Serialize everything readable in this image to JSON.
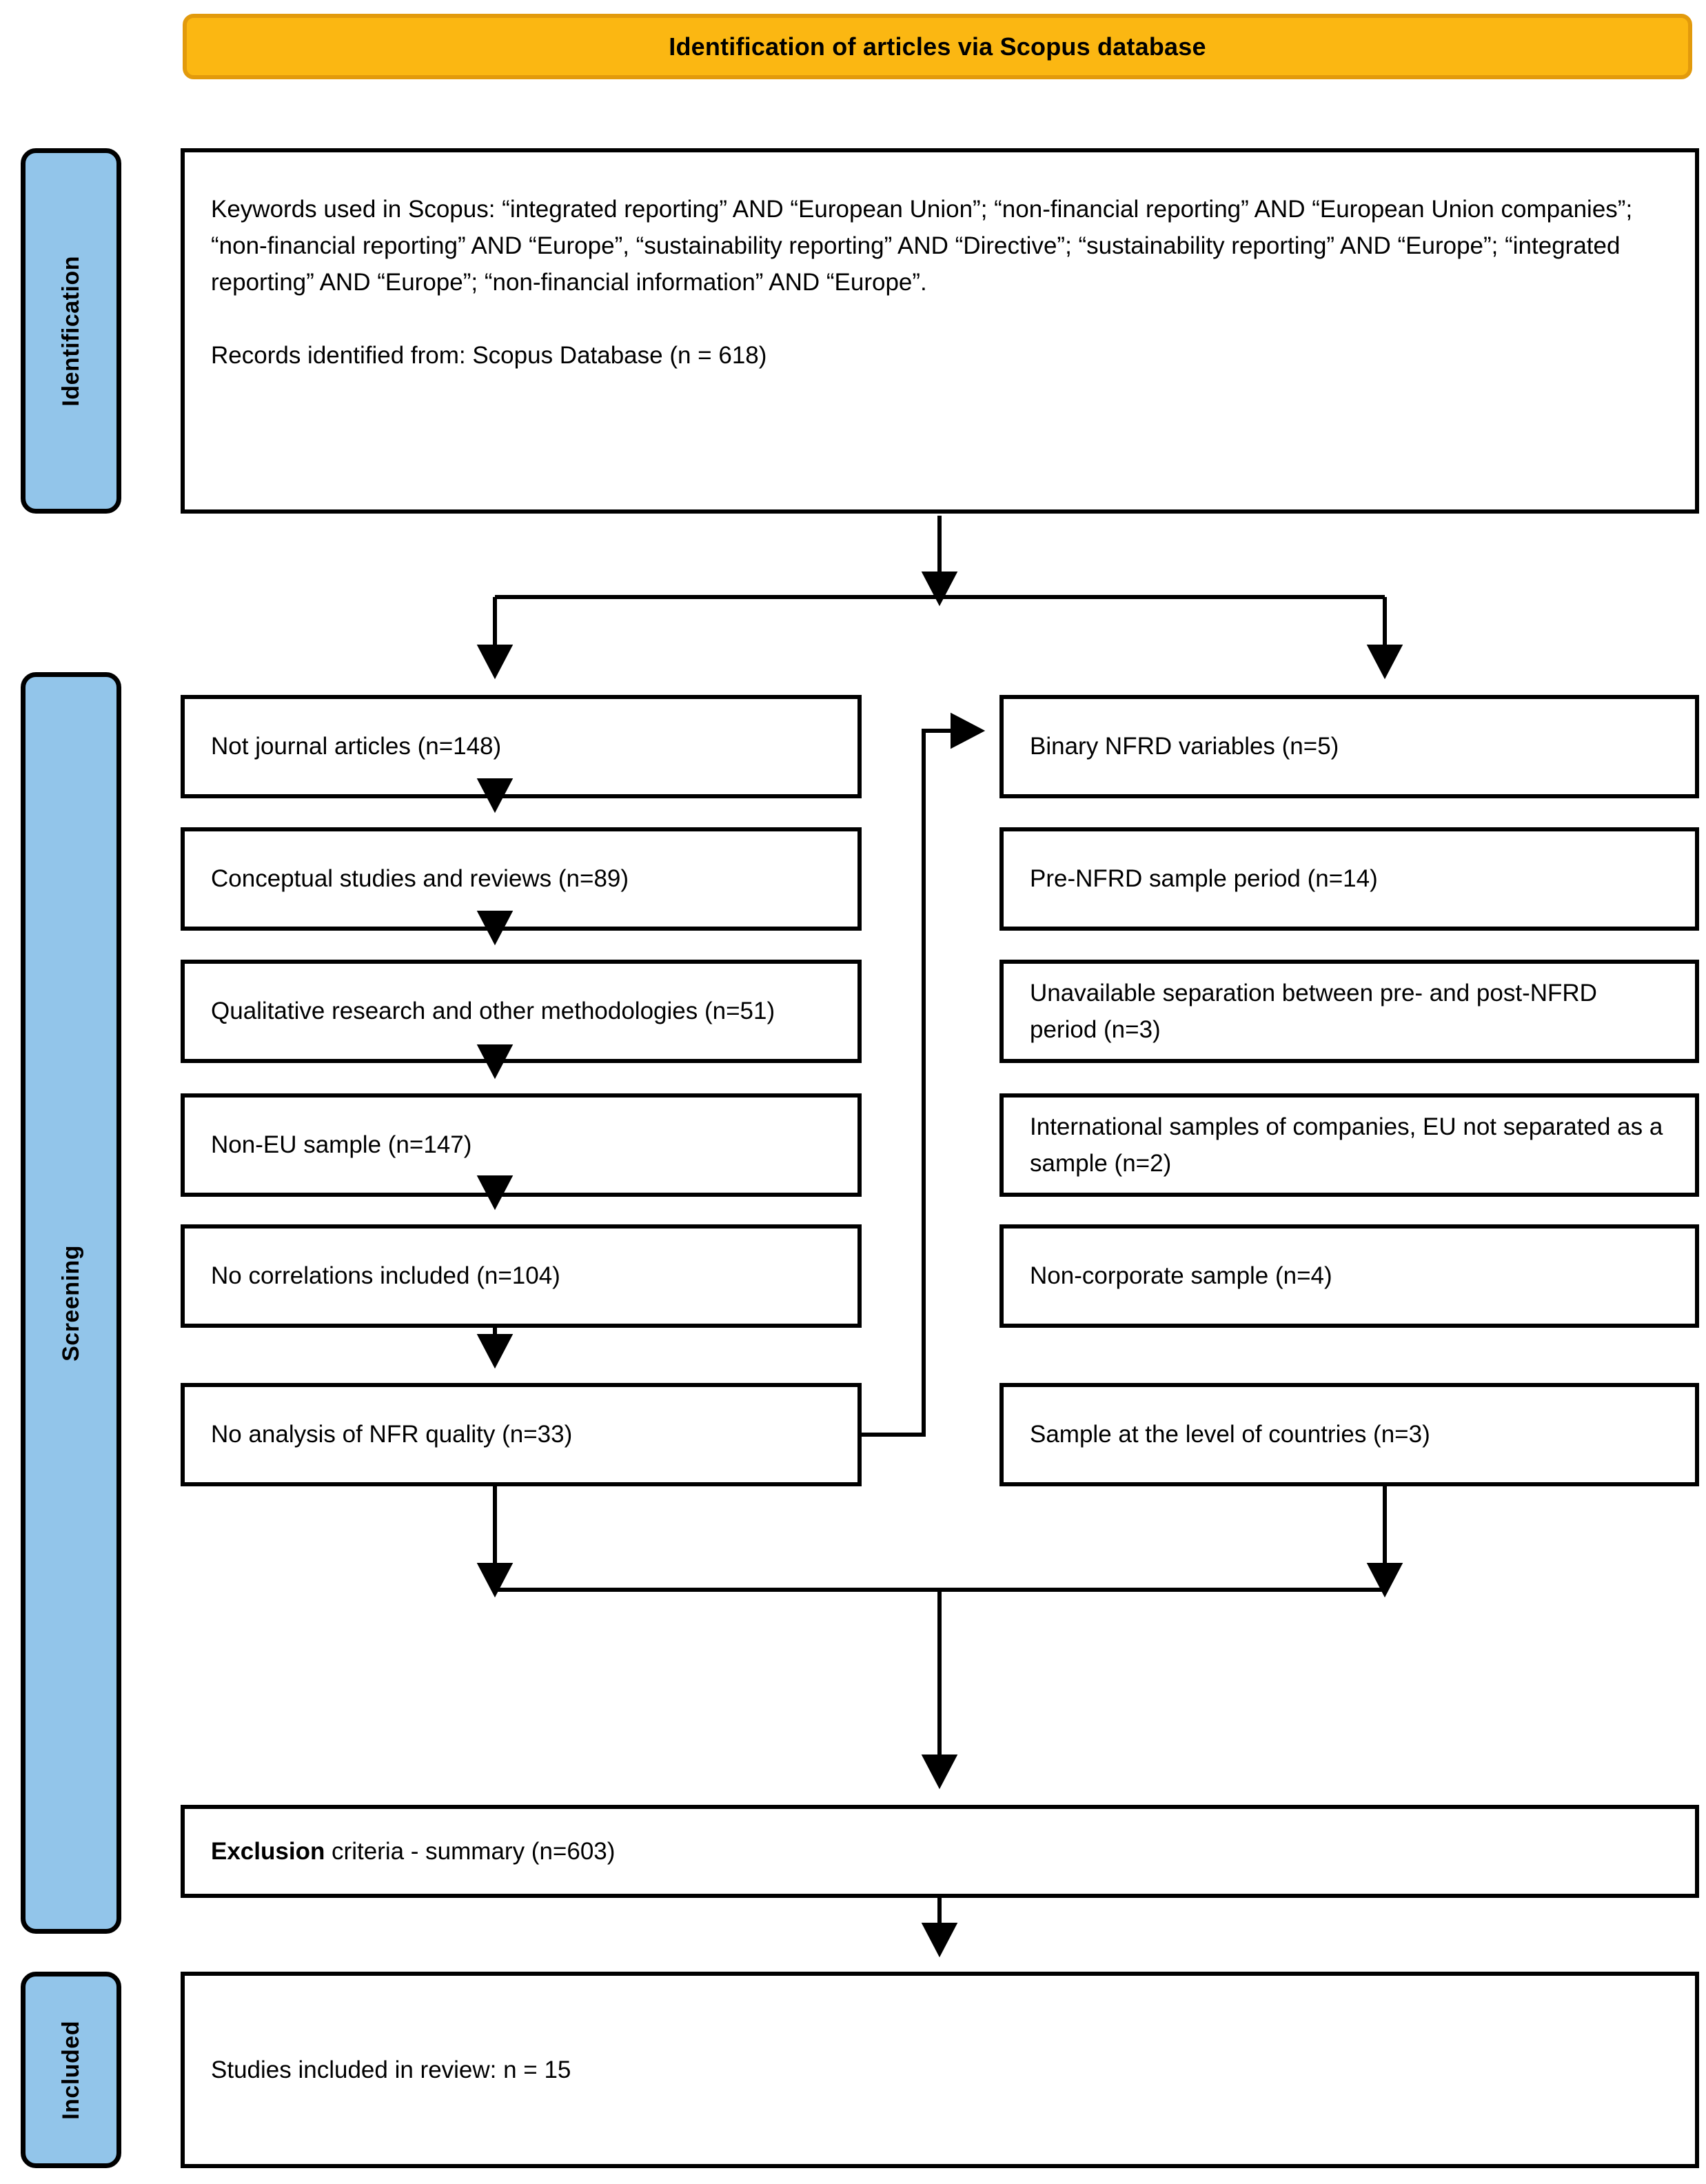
{
  "banner": {
    "title": "Identification of articles via Scopus database",
    "fill": "#FBB712",
    "border": "#E29A0C"
  },
  "stages": [
    {
      "id": "identification",
      "label": "Identification"
    },
    {
      "id": "screening",
      "label": "Screening"
    },
    {
      "id": "included",
      "label": "Included"
    }
  ],
  "stage_style": {
    "fill": "#92C5EA",
    "border": "#000000"
  },
  "identification_box": {
    "keywords_paragraph": "Keywords used in Scopus: “integrated reporting” AND “European Union”; “non-financial reporting” AND “European Union companies”; “non-financial reporting” AND “Europe”, “sustainability reporting” AND “Directive”; “sustainability reporting” AND “Europe”; “integrated reporting” AND “Europe”; “non-financial information” AND “Europe”.",
    "records_line": "Records identified from: Scopus Database (n = 618)"
  },
  "screening": {
    "left_column": [
      {
        "id": "l1",
        "label": "Not journal articles (n=148)"
      },
      {
        "id": "l2",
        "label": "Conceptual studies and reviews (n=89)"
      },
      {
        "id": "l3",
        "label": "Qualitative research and other methodologies (n=51)"
      },
      {
        "id": "l4",
        "label": "Non-EU sample (n=147)"
      },
      {
        "id": "l5",
        "label": "No correlations included (n=104)"
      },
      {
        "id": "l6",
        "label": "No analysis of NFR quality (n=33)"
      }
    ],
    "right_column": [
      {
        "id": "r1",
        "label": "Binary NFRD variables (n=5)"
      },
      {
        "id": "r2",
        "label": "Pre-NFRD sample period (n=14)"
      },
      {
        "id": "r3",
        "label": "Unavailable separation between pre- and post-NFRD period (n=3)"
      },
      {
        "id": "r4",
        "label": "International samples of companies, EU not separated as a sample (n=2)"
      },
      {
        "id": "r5",
        "label": "Non-corporate sample (n=4)"
      },
      {
        "id": "r6",
        "label": "Sample at the level of countries (n=3)"
      }
    ]
  },
  "exclusion_box": {
    "bold_word": "Exclusion",
    "rest": " criteria - summary (n=603)"
  },
  "included_box": {
    "label": "Studies included in review: n = 15"
  },
  "chart_data": {
    "type": "table",
    "title": "PRISMA flow — Identification of articles via Scopus database",
    "identified": 618,
    "excluded_total": 603,
    "included": 15,
    "exclusion_reasons": [
      {
        "reason": "Not journal articles",
        "n": 148
      },
      {
        "reason": "Conceptual studies and reviews",
        "n": 89
      },
      {
        "reason": "Qualitative research and other methodologies",
        "n": 51
      },
      {
        "reason": "Non-EU sample",
        "n": 147
      },
      {
        "reason": "No correlations included",
        "n": 104
      },
      {
        "reason": "No analysis of NFR quality",
        "n": 33
      },
      {
        "reason": "Binary NFRD variables",
        "n": 5
      },
      {
        "reason": "Pre-NFRD sample period",
        "n": 14
      },
      {
        "reason": "Unavailable separation between pre- and post-NFRD period",
        "n": 3
      },
      {
        "reason": "International samples of companies, EU not separated as a sample",
        "n": 2
      },
      {
        "reason": "Non-corporate sample",
        "n": 4
      },
      {
        "reason": "Sample at the level of countries",
        "n": 3
      }
    ]
  }
}
